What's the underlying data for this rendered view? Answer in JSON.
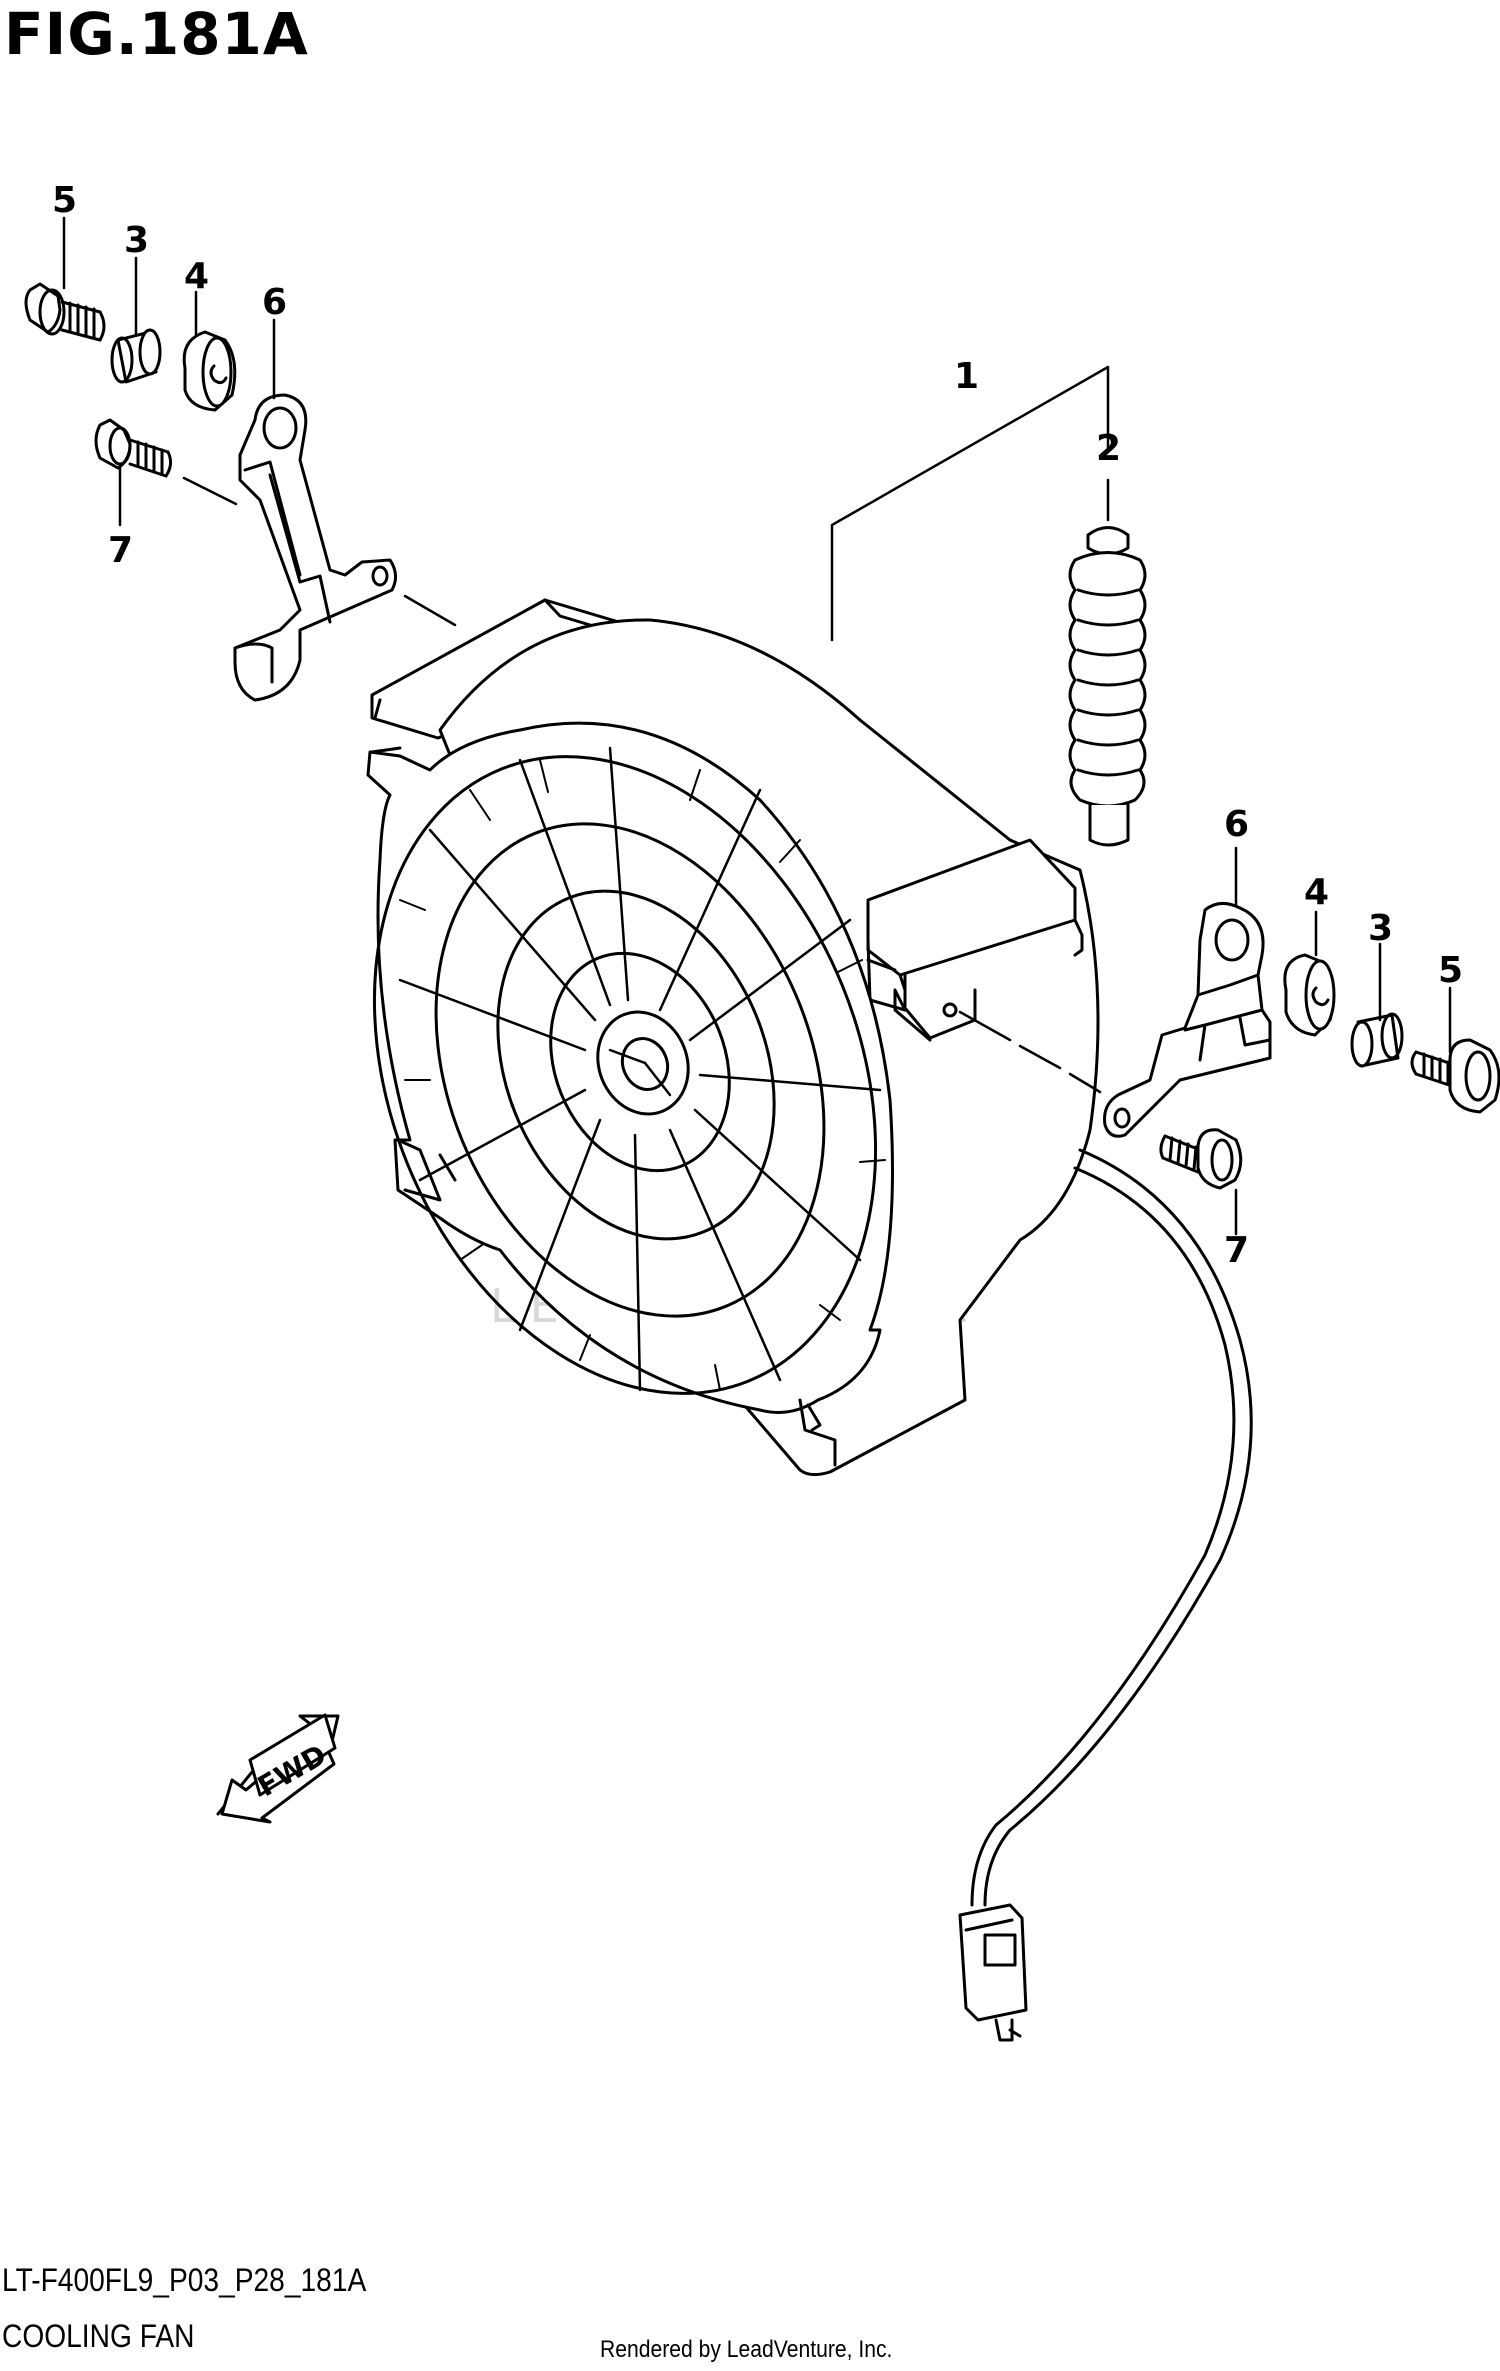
{
  "figure": {
    "title": "FIG.181A",
    "code": "LT-F400FL9_P03_P28_181A",
    "name": "COOLING FAN",
    "credit": "Rendered by LeadVenture, Inc.",
    "watermark": "LEADVENTURE"
  },
  "callouts": {
    "c1": "1",
    "c2": "2",
    "c3_left": "3",
    "c4_left": "4",
    "c5_left": "5",
    "c6_left": "6",
    "c7_left": "7",
    "c3_right": "3",
    "c4_right": "4",
    "c5_right": "5",
    "c6_right": "6",
    "c7_right": "7"
  },
  "fwd_label": "FWD"
}
